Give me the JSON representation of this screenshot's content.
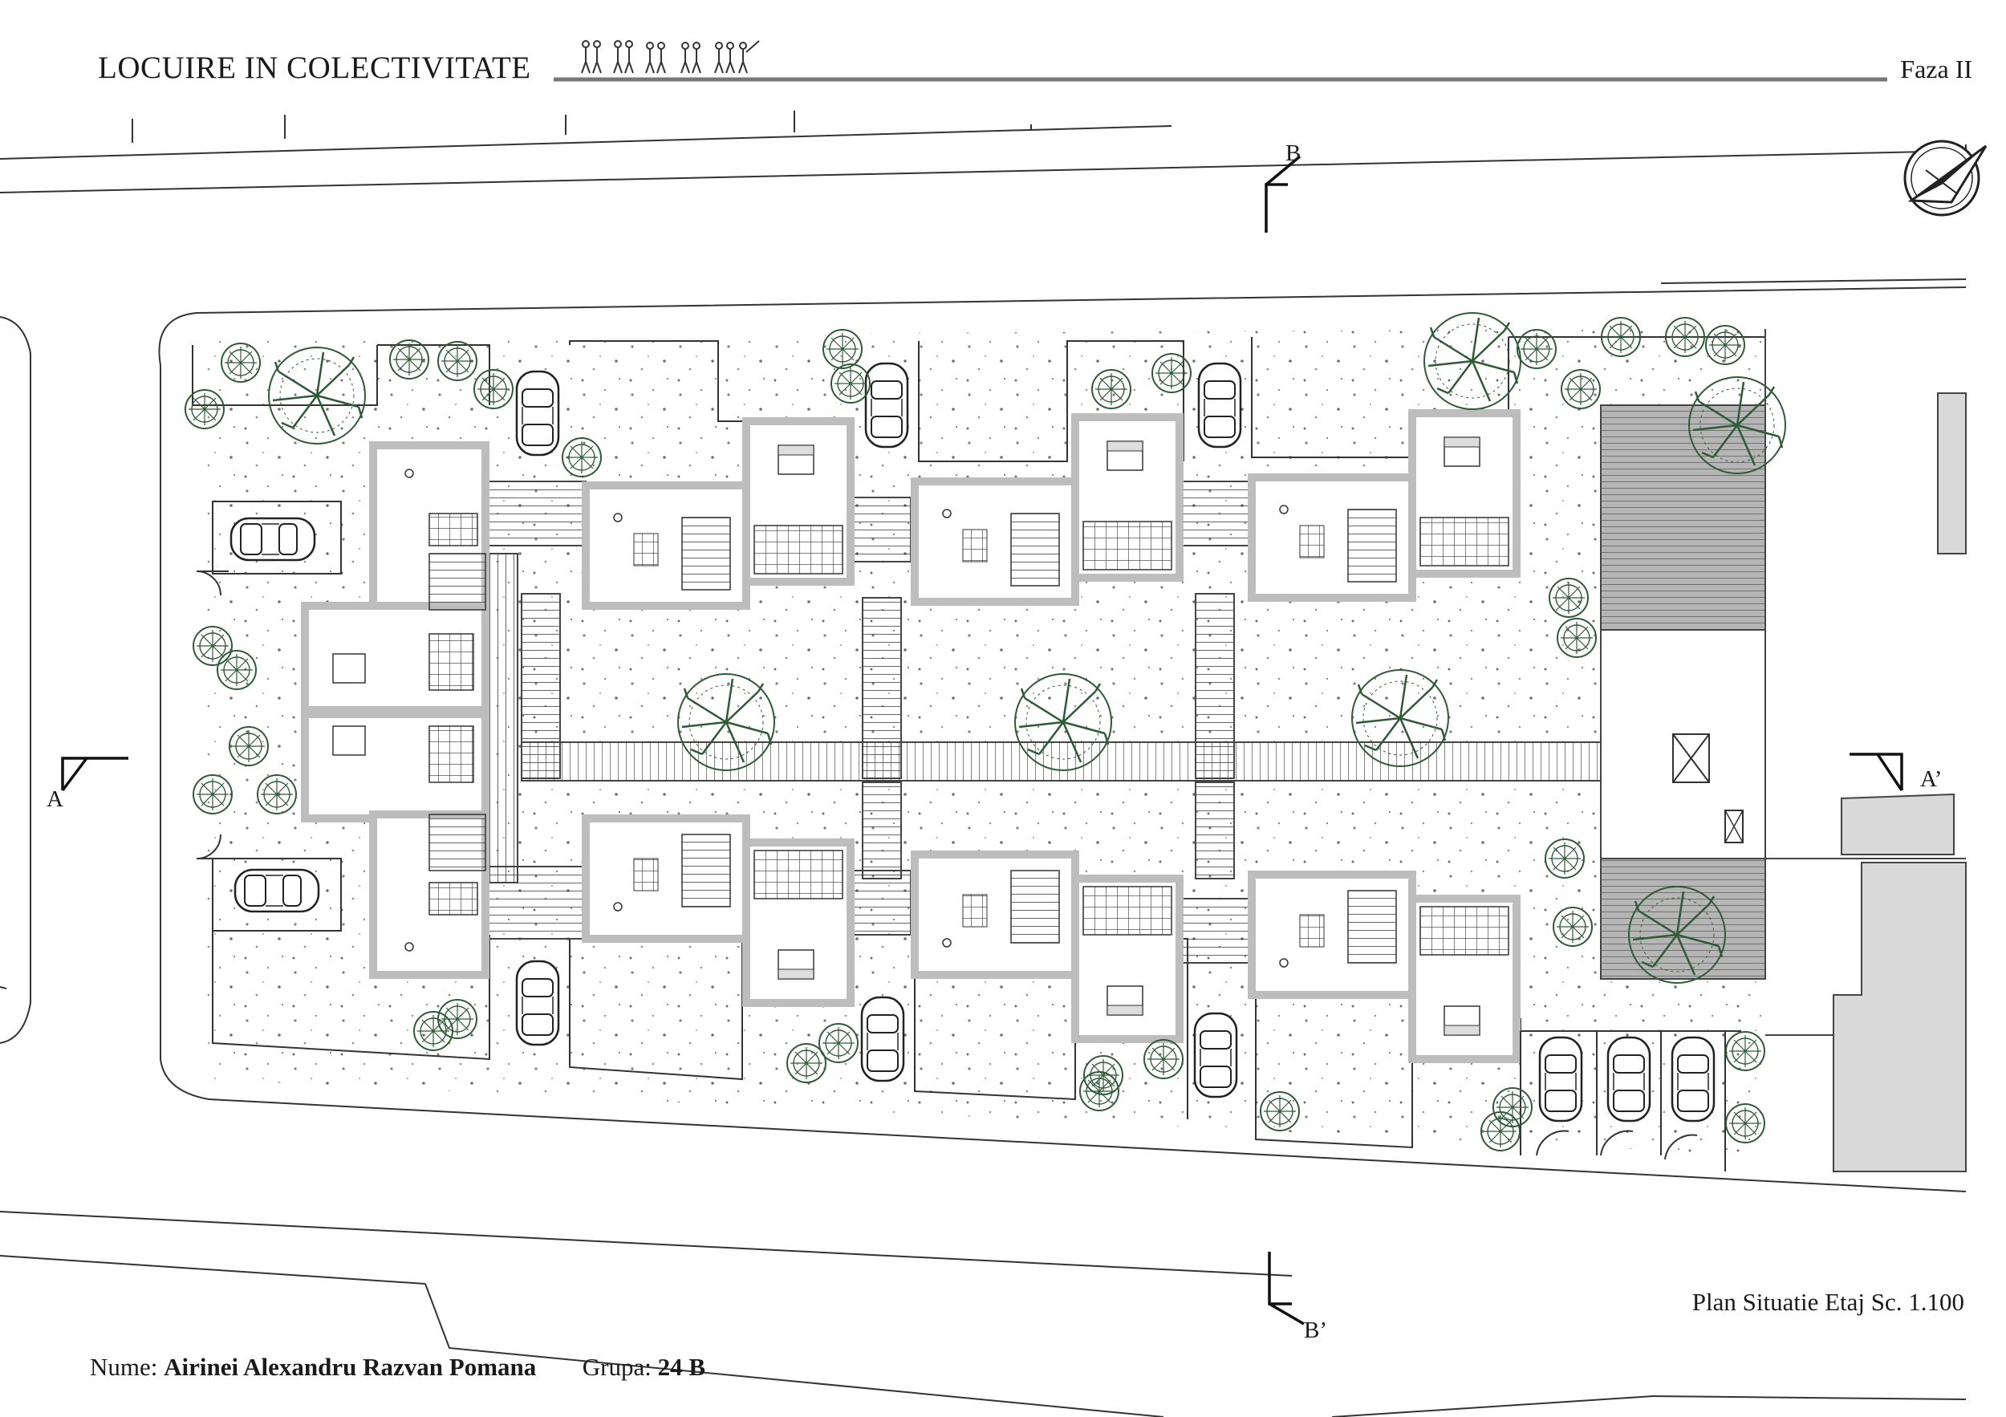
{
  "header": {
    "title": "LOCUIRE IN COLECTIVITATE",
    "phase": "Faza II"
  },
  "sections": {
    "a_left": "A",
    "a_right": "A’",
    "b_top": "B",
    "b_bottom": "B’"
  },
  "sheet": {
    "label": "Plan Situatie Etaj  Sc. 1.100"
  },
  "footer": {
    "name_label": "Nume:",
    "name_value": "Airinei Alexandru Razvan Pomana",
    "group_label": "Grupa:",
    "group_value": "24 B"
  },
  "colors": {
    "line": "#1a1a1a",
    "wall_fill": "#bdbdbd",
    "tree": "#2e5a35",
    "neighbor": "#d9d9d9",
    "deck": "#9a9a9a"
  },
  "icons": [
    "north-arrow-icon",
    "people-silhouettes-icon",
    "car-icon",
    "tree-icon",
    "stair-icon"
  ]
}
